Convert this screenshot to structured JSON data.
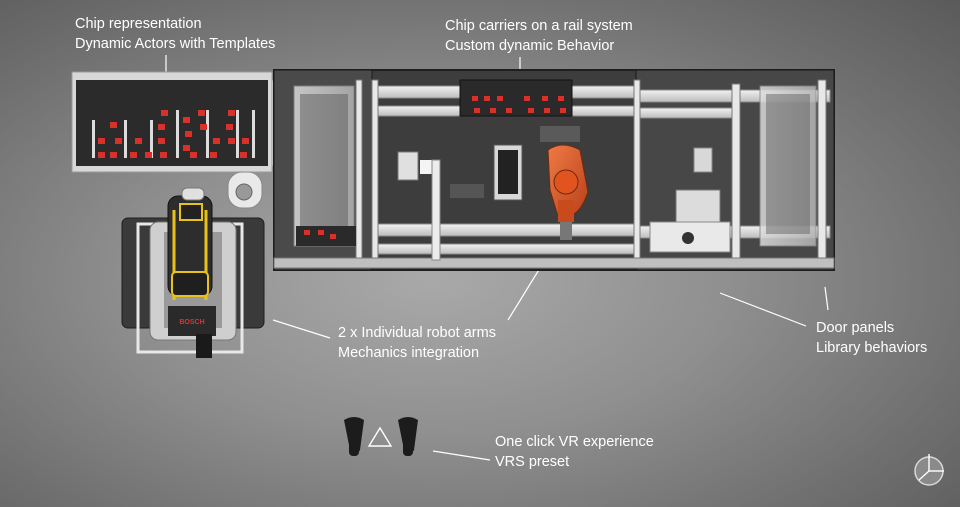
{
  "annotations": {
    "chip": {
      "line1": "Chip representation",
      "line2": "Dynamic Actors with Templates"
    },
    "carriers": {
      "line1": "Chip carriers on a rail system",
      "line2": "Custom dynamic Behavior"
    },
    "robots": {
      "line1": "2 x Individual robot arms",
      "line2": "Mechanics integration"
    },
    "doors": {
      "line1": "Door panels",
      "line2": "Library behaviors"
    },
    "vr": {
      "line1": "One click VR experience",
      "line2": "VRS preset"
    }
  },
  "robot_brand": "BOSCH",
  "colors": {
    "background": "#8f8f8f",
    "text": "#ffffff",
    "chip_red": "#d8302a",
    "robot_orange": "#e2541f",
    "robot_yellow": "#e6c21a"
  },
  "icons": [
    "vr-controller-icon",
    "vr-headset-icon",
    "compass-gizmo-icon"
  ]
}
